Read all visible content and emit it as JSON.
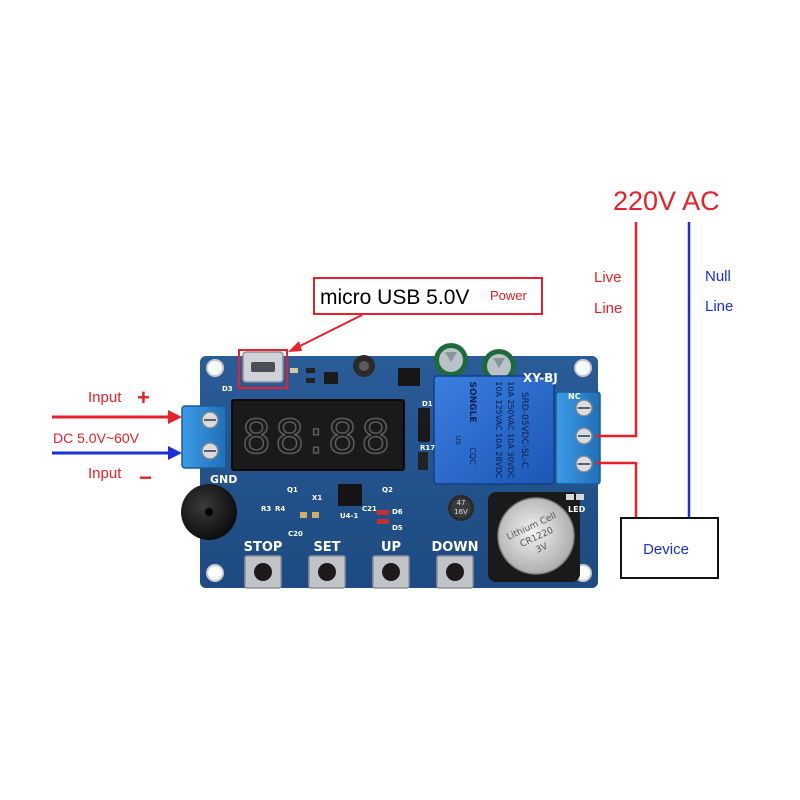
{
  "callout": {
    "main": "micro USB 5.0V",
    "sub": "Power"
  },
  "power": {
    "title": "220V AC",
    "live": [
      "Live",
      "Line"
    ],
    "null": [
      "Null",
      "Line"
    ]
  },
  "input": {
    "plus_label": "Input",
    "plus_sign": "+",
    "voltage": "DC 5.0V~60V",
    "minus_label": "Input",
    "minus_sign": "−"
  },
  "device": {
    "label": "Device"
  },
  "board": {
    "model": "XY-BJ",
    "gnd": "GND",
    "buttons": [
      "STOP",
      "SET",
      "UP",
      "DOWN"
    ],
    "display": "88:88",
    "led": "LED",
    "nc": "NC",
    "relay": {
      "lines": [
        "SRD-05VDC-SL-C",
        "10A 250VAC  10A 30VDC",
        "10A 125VAC  10A 28VDC"
      ],
      "brand": "SONGLE",
      "mark": "CQC",
      "ul": "US"
    },
    "cap": [
      "47",
      "16V"
    ],
    "battery": [
      "Lithium Cell",
      "CR1220",
      "3V"
    ],
    "silk": {
      "d3": "D3",
      "d1": "D1",
      "r17": "R17",
      "q1": "Q1",
      "x1": "X1",
      "r3": "R3",
      "r4": "R4",
      "c20": "C20",
      "c21": "C21",
      "d5": "D5",
      "d6": "D6",
      "u4": "U4-1",
      "q2": "Q2"
    }
  },
  "colors": {
    "red_wire": "#e8202a",
    "blue_wire": "#1a2fd8",
    "pcb": "#1f4f8a",
    "terminal": "#2f86d3"
  }
}
